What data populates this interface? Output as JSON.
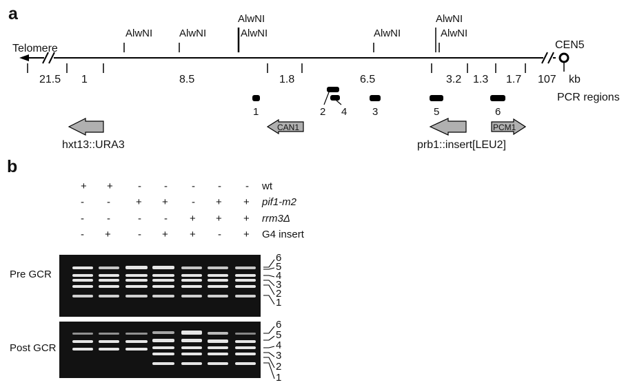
{
  "panels": {
    "a": "a",
    "b": "b"
  },
  "map": {
    "telomere": "Telomere",
    "cen": "CEN5",
    "kb_unit": "kb",
    "pcr_regions_label": "PCR regions",
    "sites": [
      "AlwNI",
      "AlwNI",
      "AlwNI",
      "AlwNI",
      "AlwNI",
      "AlwNI",
      "AlwNI"
    ],
    "distances": [
      "21.5",
      "1",
      "8.5",
      "1.8",
      "6.5",
      "3.2",
      "1.3",
      "1.7",
      "107"
    ],
    "pcr_regions": [
      "1",
      "2",
      "4",
      "3",
      "5",
      "6"
    ],
    "genes": {
      "hxt13": "hxt13::URA3",
      "can1": "CAN1",
      "prb1": "prb1::insert[LEU2]",
      "pcm1": "PCM1"
    }
  },
  "genotype": {
    "rows": [
      {
        "label": "wt",
        "italic": false,
        "values": [
          "+",
          "+",
          "-",
          "-",
          "-",
          "-",
          "-"
        ]
      },
      {
        "label": "pif1-m2",
        "italic": true,
        "values": [
          "-",
          "-",
          "+",
          "+",
          "-",
          "+",
          "+"
        ]
      },
      {
        "label": "rrm3Δ",
        "italic": true,
        "values": [
          "-",
          "-",
          "-",
          "-",
          "+",
          "+",
          "+"
        ]
      },
      {
        "label": "G4 insert",
        "italic": false,
        "values": [
          "-",
          "+",
          "-",
          "+",
          "+",
          "-",
          "+"
        ]
      }
    ]
  },
  "gels": {
    "pre": {
      "label": "Pre GCR",
      "bands": [
        "6",
        "5",
        "4",
        "3",
        "2",
        "1"
      ]
    },
    "post": {
      "label": "Post GCR",
      "bands": [
        "6",
        "5",
        "4",
        "3",
        "2",
        "1"
      ]
    }
  }
}
